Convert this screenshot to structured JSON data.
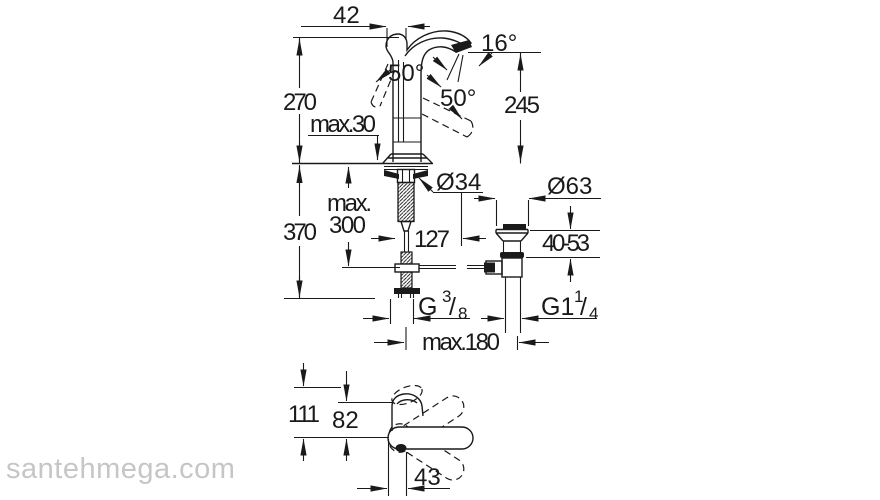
{
  "drawing": {
    "front_view": {
      "dim_42": "42",
      "angle_16": "16°",
      "angle_50_handle": "50°",
      "angle_50_spout": "50°",
      "dim_270": "270",
      "dim_245": "245",
      "max_30": "max.30",
      "dim_370": "370",
      "max_300_line1": "max.",
      "max_300_line2": "300",
      "dia_34": "Ø34",
      "dim_127": "127",
      "dia_63": "Ø63",
      "range_40_53": "40-53",
      "thread_supply_base": "G",
      "thread_supply_num": "3",
      "thread_supply_slash": "/",
      "thread_supply_den": "8",
      "thread_drain_base": "G1",
      "thread_drain_num": "1",
      "thread_drain_slash": "/",
      "thread_drain_den": "4",
      "max_180": "max.180"
    },
    "top_view": {
      "dim_111": "111",
      "dim_82": "82",
      "dim_43": "43"
    }
  },
  "watermark": "santehmega.com",
  "colors": {
    "line": "#1a1a1a",
    "watermark": "#c6c6c6",
    "background": "#ffffff"
  }
}
